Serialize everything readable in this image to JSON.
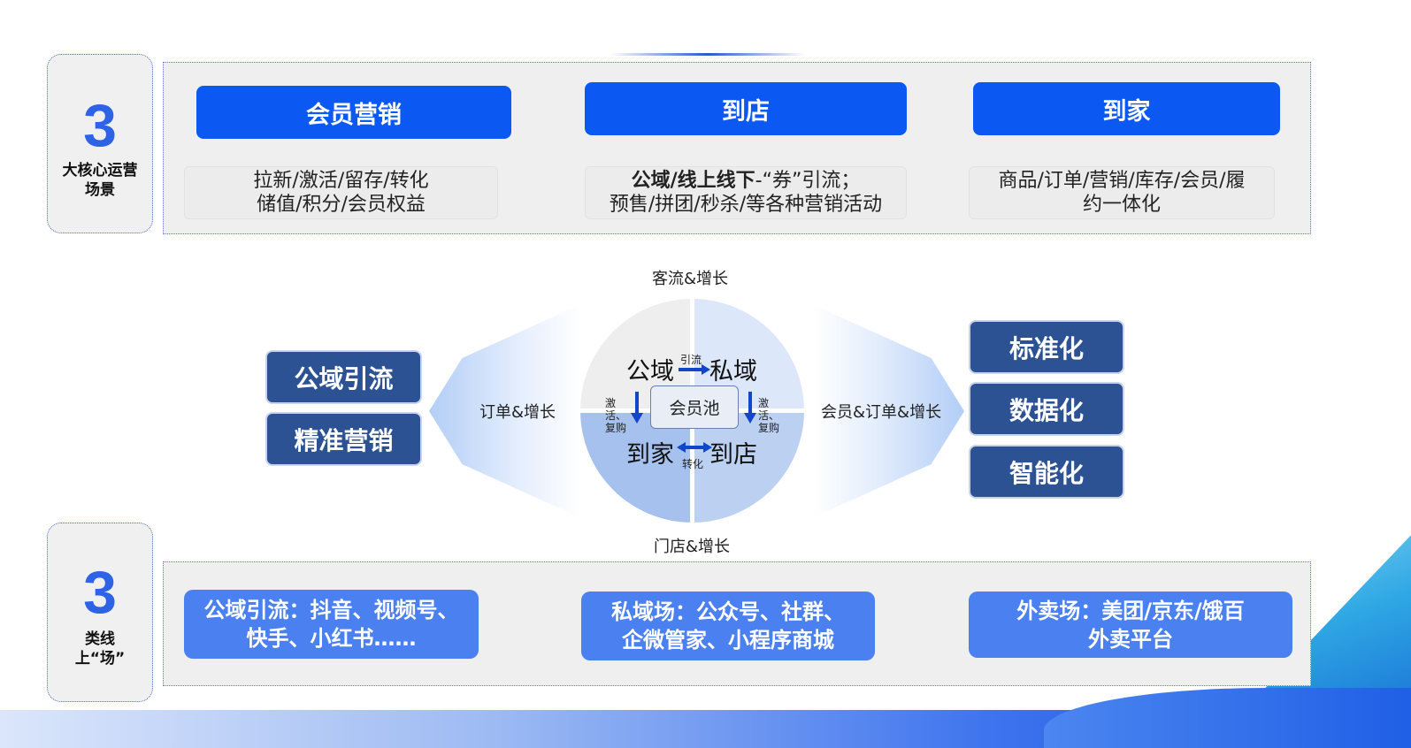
{
  "top_section": {
    "number": "3",
    "label": "大核心运营场景",
    "scenes": [
      {
        "title": "会员营销",
        "desc_line1": "拉新/激活/留存/转化",
        "desc_line2": "储值/积分/会员权益"
      },
      {
        "title": "到店",
        "desc_bold": "公域/线上线下",
        "desc_rest": "-“券”引流；",
        "desc_line2": "预售/拼团/秒杀/等各种营销活动"
      },
      {
        "title": "到家",
        "desc_line1": "商品/订单/营销/库存/会员/履",
        "desc_line2": "约一体化"
      }
    ]
  },
  "middle_section": {
    "top_label": "客流&增长",
    "bottom_label": "门店&增长",
    "left_label": "订单&增长",
    "right_label": "会员&订单&增长",
    "left_boxes": [
      "公域引流",
      "精准营销"
    ],
    "right_boxes": [
      "标准化",
      "数据化",
      "智能化"
    ],
    "circle": {
      "public": "公域",
      "private": "私域",
      "to_home": "到家",
      "to_store": "到店",
      "arrow_top_label": "引流",
      "arrow_bottom_label": "转化",
      "left_side_label": "激活、复购",
      "right_side_label": "激活、复购",
      "center": "会员池"
    },
    "colors": {
      "primary_blue": "#0c58f2",
      "dark_blue": "#2d5294",
      "channel_blue": "#4a80f0"
    }
  },
  "bottom_section": {
    "number": "3",
    "label": "类线上“场”",
    "channels": [
      {
        "line1": "公域引流：抖音、视频号、",
        "line2": "快手、小红书……"
      },
      {
        "line1": "私域场：公众号、社群、",
        "line2": "企微管家、小程序商城"
      },
      {
        "line1": "外卖场：美团/京东/饿百",
        "line2": "外卖平台"
      }
    ]
  }
}
